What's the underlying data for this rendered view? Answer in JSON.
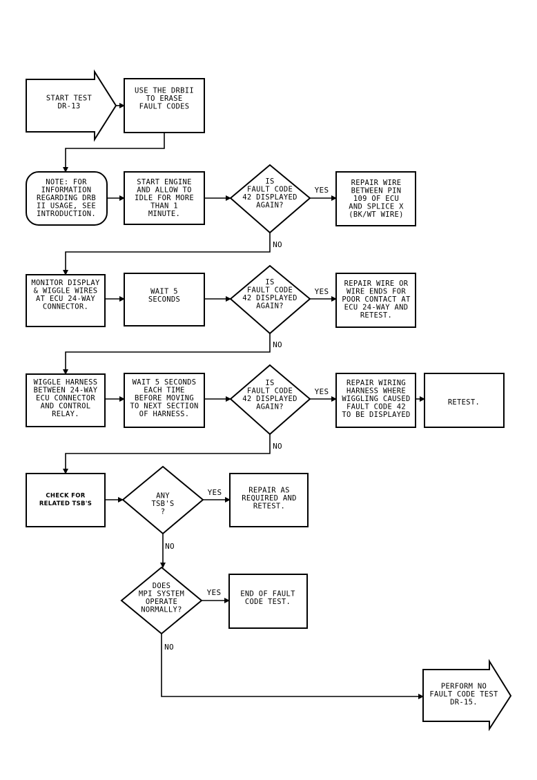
{
  "start_test": [
    "START TEST",
    "DR-13"
  ],
  "use_drb": [
    "USE THE DRBII",
    "TO ERASE",
    "FAULT CODES"
  ],
  "note": [
    "NOTE: FOR",
    "INFORMATION",
    "REGARDING DRB",
    "II USAGE, SEE",
    "INTRODUCTION."
  ],
  "start_engine": [
    "START ENGINE",
    "AND ALLOW TO",
    "IDLE FOR MORE",
    "THAN 1",
    "MINUTE."
  ],
  "decision_1": [
    "IS",
    "FAULT CODE",
    "42 DISPLAYED",
    "AGAIN?"
  ],
  "repair_wire_1": [
    "REPAIR WIRE",
    "BETWEEN PIN",
    "109 OF ECU",
    "AND SPLICE X",
    "(BK/WT WIRE)"
  ],
  "monitor": [
    "MONITOR DISPLAY",
    "& WIGGLE WIRES",
    "AT ECU 24-WAY",
    "CONNECTOR."
  ],
  "wait_5": [
    "WAIT 5",
    "SECONDS"
  ],
  "decision_2": [
    "IS",
    "FAULT CODE",
    "42 DISPLAYED",
    "AGAIN?"
  ],
  "repair_wire_2": [
    "REPAIR WIRE OR",
    "WIRE ENDS FOR",
    "POOR CONTACT AT",
    "ECU 24-WAY AND",
    "RETEST."
  ],
  "wiggle_harness": [
    "WIGGLE HARNESS",
    "BETWEEN 24-WAY",
    "ECU CONNECTOR",
    "AND CONTROL",
    "RELAY."
  ],
  "wait_5_each": [
    "WAIT 5 SECONDS",
    "EACH TIME",
    "BEFORE MOVING",
    "TO NEXT SECTION",
    "OF HARNESS."
  ],
  "decision_3": [
    "IS",
    "FAULT CODE",
    "42 DISPLAYED",
    "AGAIN?"
  ],
  "repair_wiring": [
    "REPAIR WIRING",
    "HARNESS WHERE",
    "WIGGLING CAUSED",
    "FAULT CODE 42",
    "TO BE DISPLAYED"
  ],
  "retest": [
    "RETEST."
  ],
  "check_tsbs": [
    "CHECK FOR",
    "RELATED TSB'S"
  ],
  "decision_tsb": [
    "ANY",
    "TSB'S",
    "?"
  ],
  "repair_required": [
    "REPAIR AS",
    "REQUIRED AND",
    "RETEST."
  ],
  "decision_mpi": [
    "DOES",
    "MPI SYSTEM",
    "OPERATE",
    "NORMALLY?"
  ],
  "end_test": [
    "END OF FAULT",
    "CODE TEST."
  ],
  "perform_test": [
    "PERFORM NO",
    "FAULT CODE TEST",
    "DR-15."
  ],
  "labels": {
    "yes": "YES",
    "no": "NO"
  }
}
